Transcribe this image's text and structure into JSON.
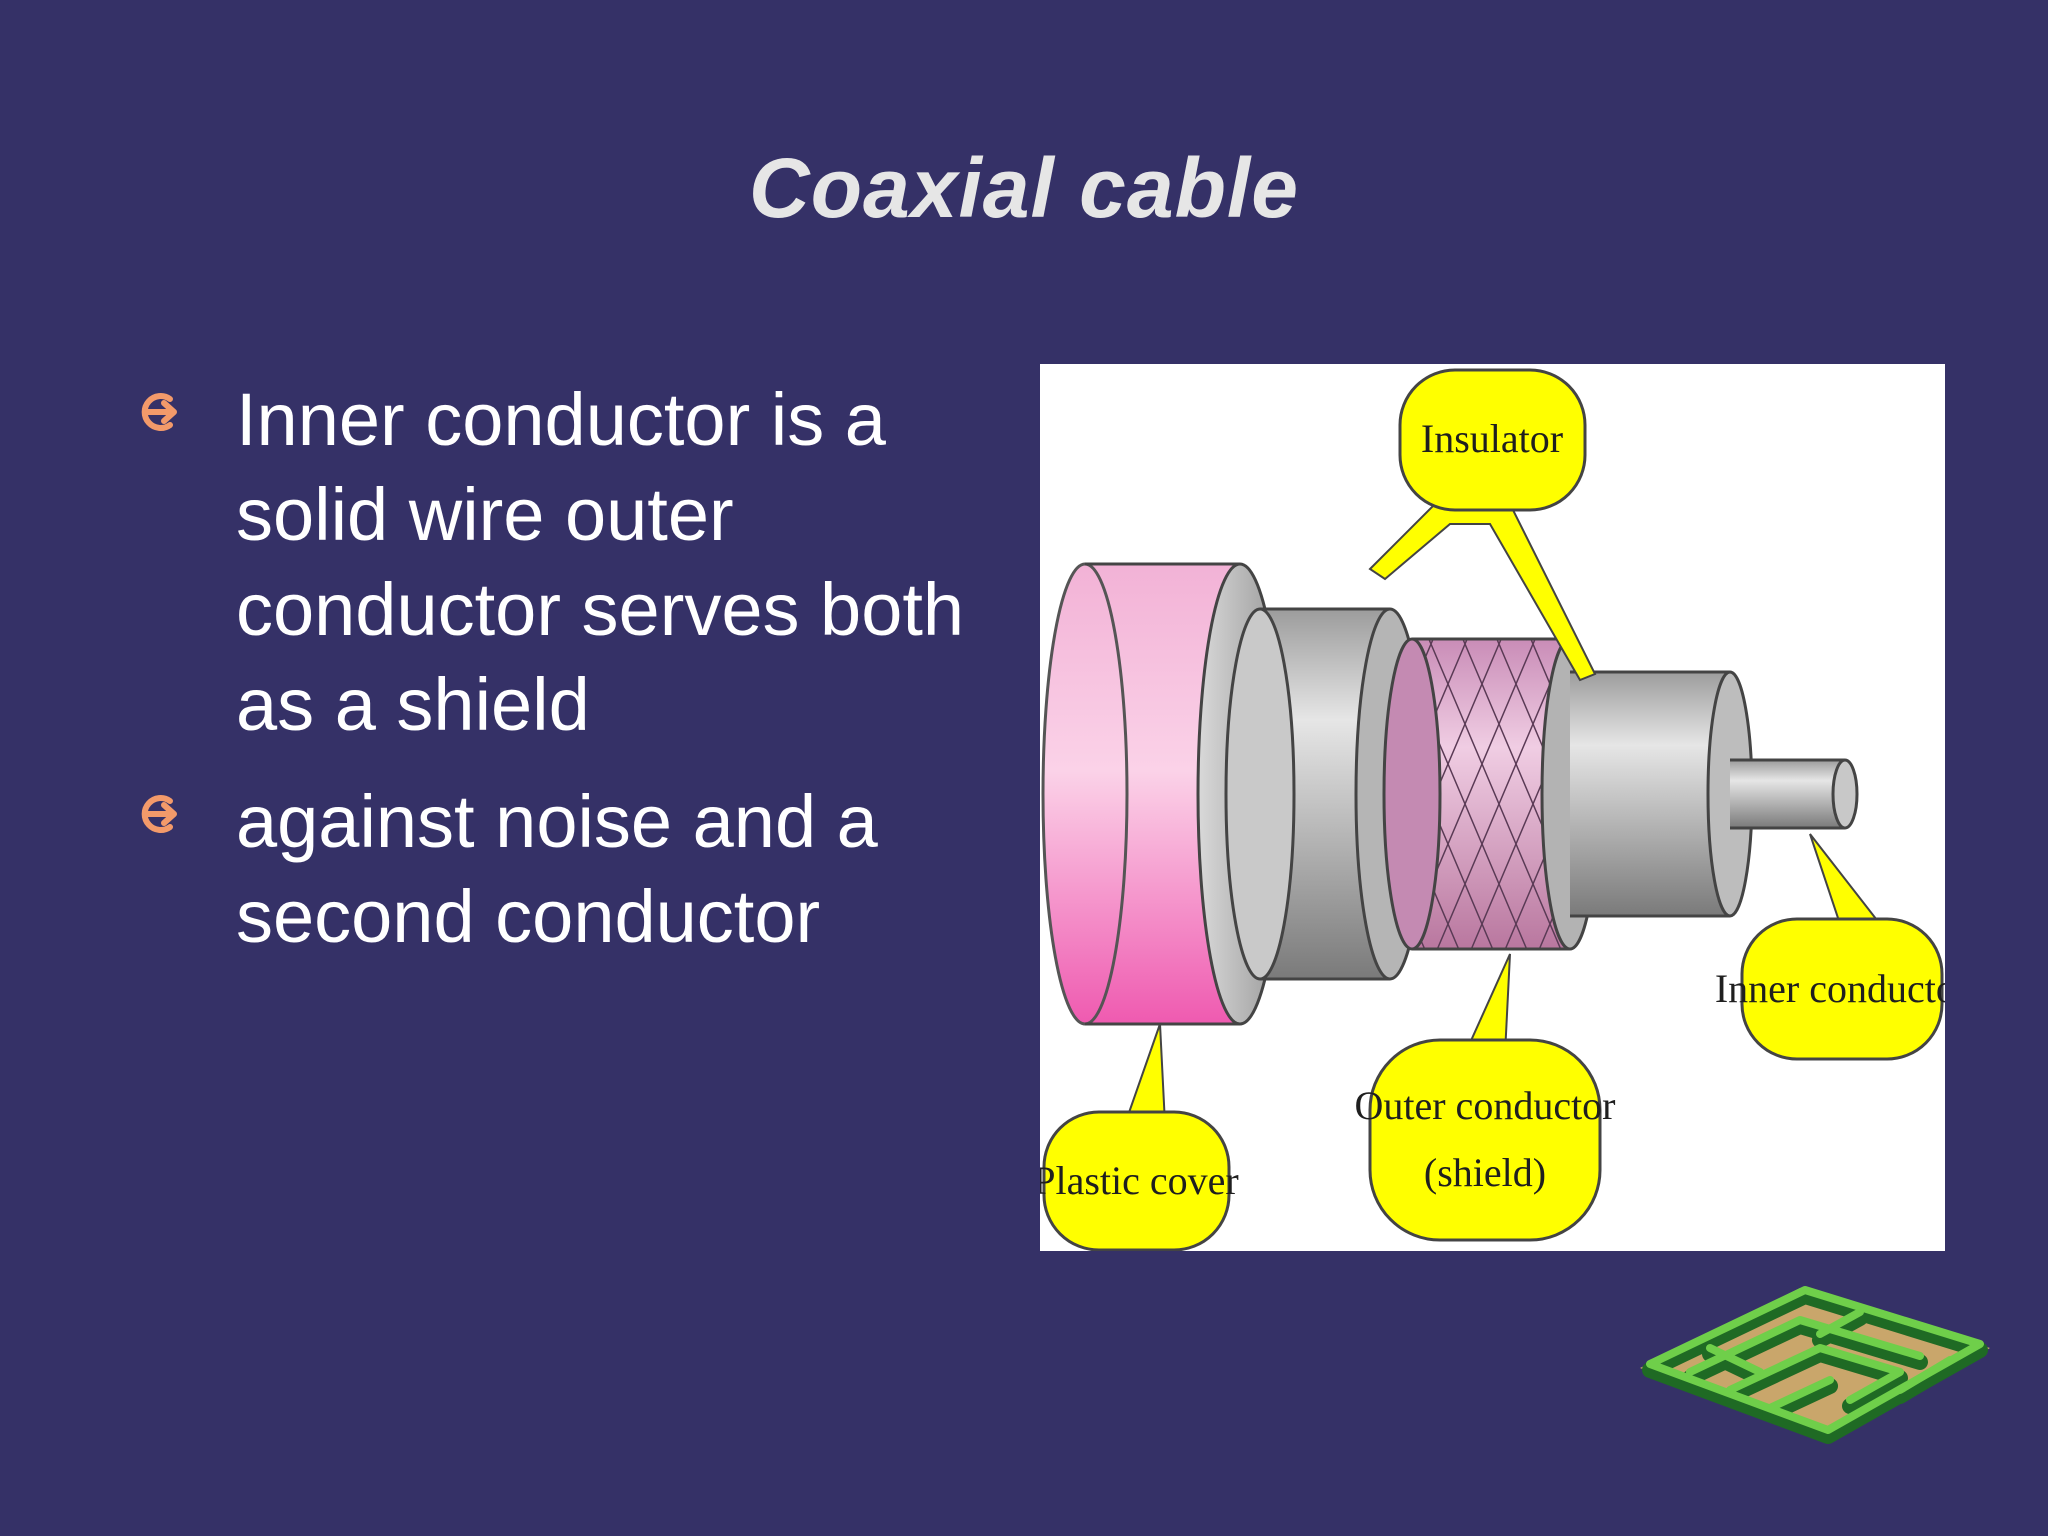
{
  "slide": {
    "title": "Coaxial cable",
    "background_color": "#353167",
    "bullets": [
      {
        "icon": "circle-arrow-right-icon",
        "text": "Inner conductor is a solid wire outer conductor serves both as a shield"
      },
      {
        "icon": "circle-arrow-right-icon",
        "text": "against noise and a second conductor"
      }
    ],
    "bullet_icon_color": "#f39a6a"
  },
  "diagram": {
    "labels": {
      "insulator": "Insulator",
      "plastic_cover": "Plastic cover",
      "outer_conductor_line1": "Outer conductor",
      "outer_conductor_line2": "(shield)",
      "inner_conductor": "Inner conductor"
    },
    "callout_color": "#ffff00",
    "cover_color": "#f06bb3",
    "shield_color": "#d99ac8"
  },
  "decoration": {
    "icon": "green-maze-icon"
  }
}
